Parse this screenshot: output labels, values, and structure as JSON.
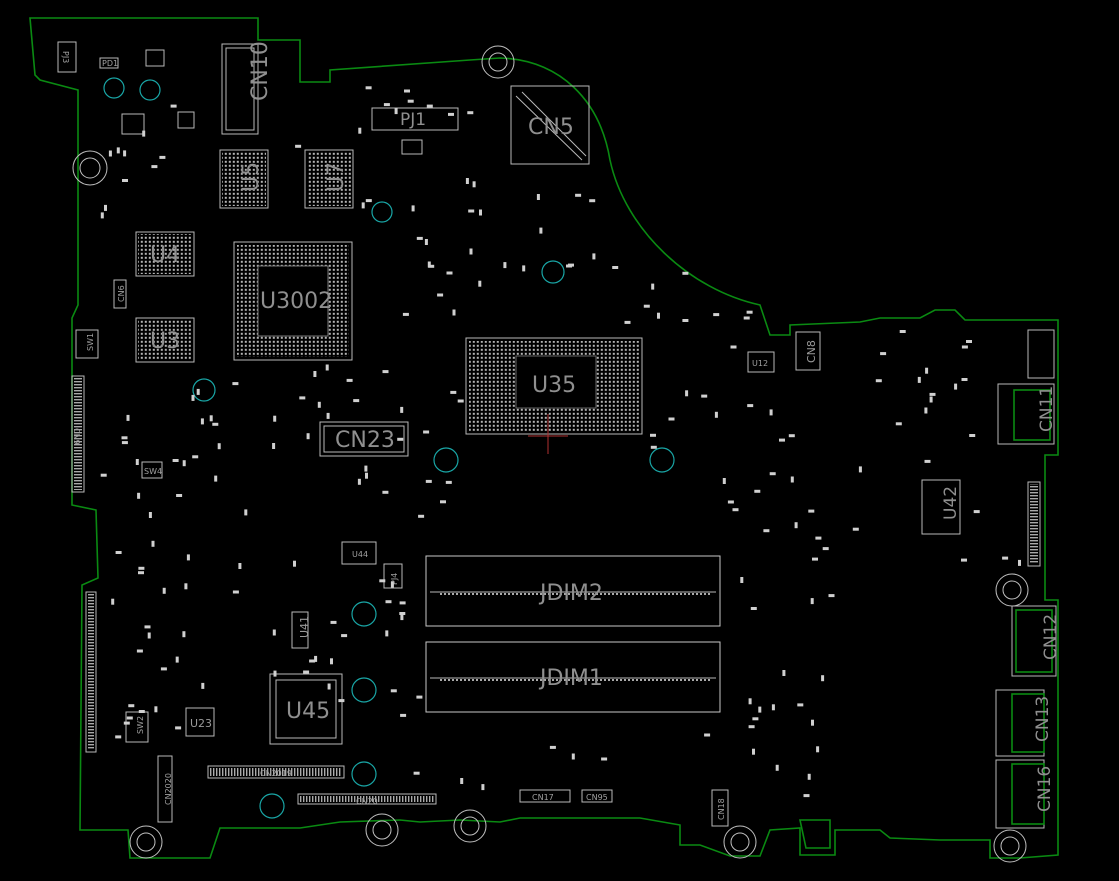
{
  "board": {
    "outline_color": "#0a8a12",
    "silk_color": "#b9b9b9",
    "via_color": "#19a6a6"
  },
  "labels": {
    "cn10": "CN10",
    "pj1": "PJ1",
    "cn5": "CN5",
    "u5": "U5",
    "u7": "U7",
    "u4": "U4",
    "u3002": "U3002",
    "u3": "U3",
    "sw1": "SW1",
    "cn6": "CN6",
    "cn9": "CN9",
    "u35": "U35",
    "cn23": "CN23",
    "cn8": "CN8",
    "u12": "U12",
    "cn11": "CN11",
    "u42": "U42",
    "u44": "U44",
    "pj4": "PJ4",
    "u41": "U41",
    "jdim2": "JDIM2",
    "jdim1": "JDIM1",
    "cn12": "CN12",
    "cn13": "CN13",
    "cn16": "CN16",
    "u45": "U45",
    "u23": "U23",
    "sw2": "SW2",
    "sw4": "SW4",
    "cn2019": "CN2019",
    "cn20": "CN20",
    "cn2020": "CN2020",
    "cn17": "CN17",
    "cn95": "CN95",
    "cn18": "CN18",
    "pj3": "PJ3",
    "pd1": "PD1"
  }
}
